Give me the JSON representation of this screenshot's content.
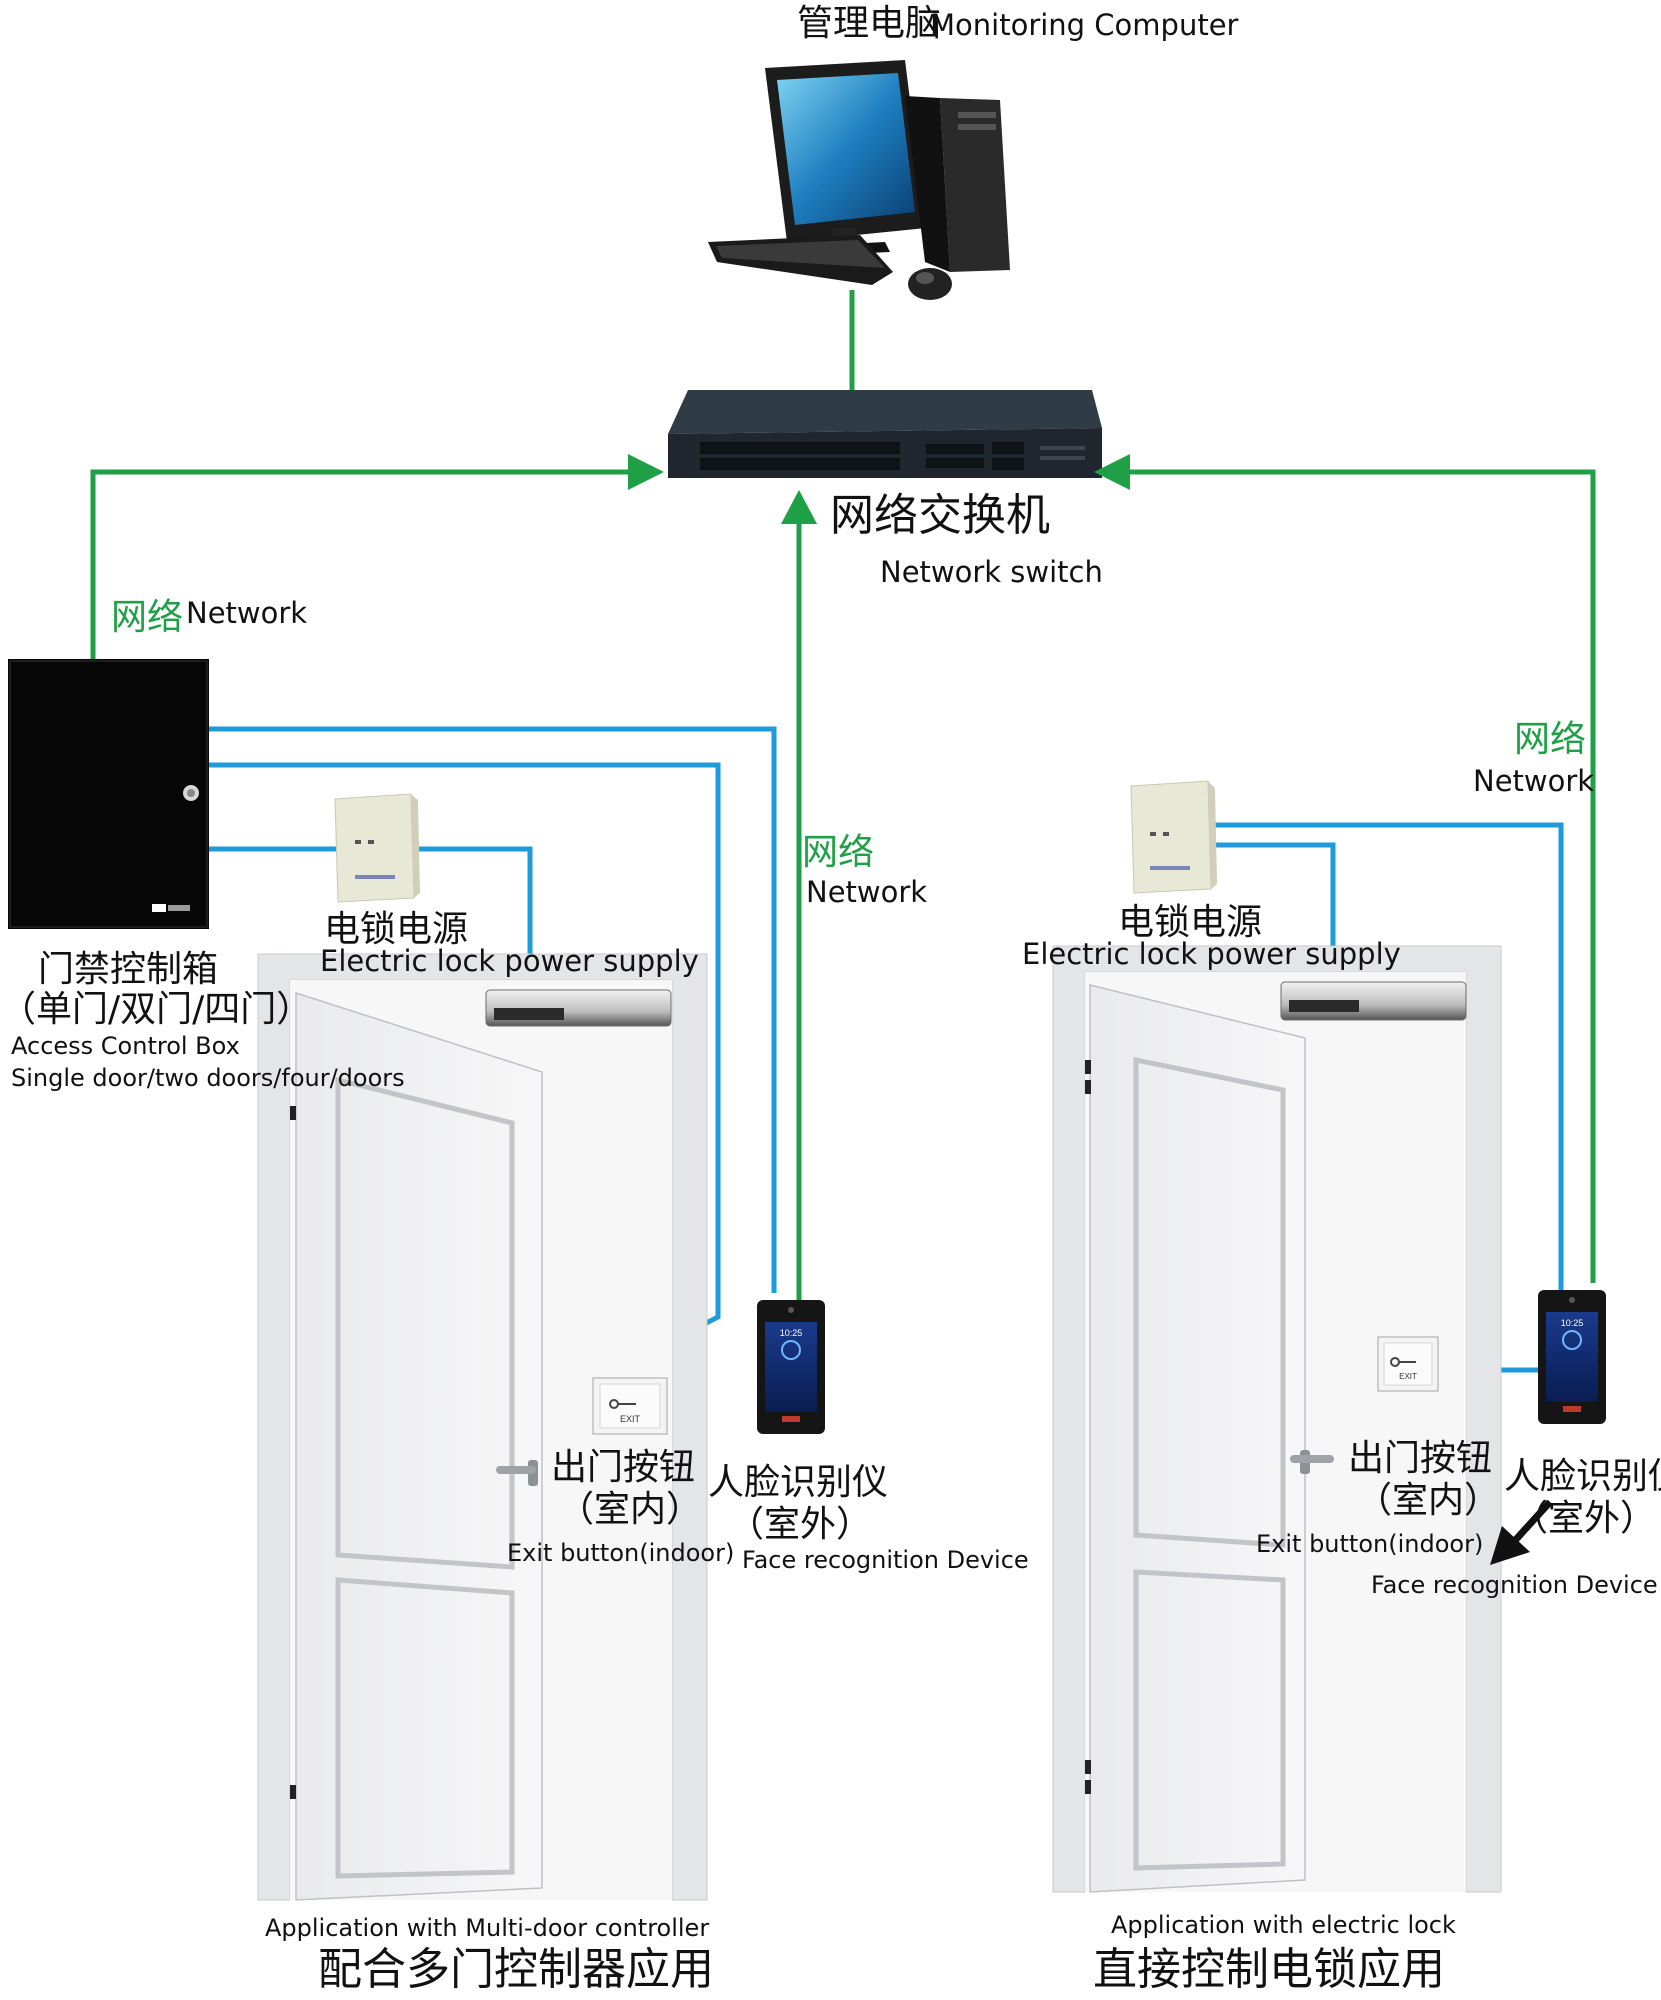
{
  "colors": {
    "network_line": "#1fa046",
    "signal_line": "#1f9bdc",
    "network_text": "#1fa046"
  },
  "icons": {
    "monitoring_computer": "desktop-computer-icon",
    "network_switch": "network-switch-icon",
    "access_control_box": "control-box-icon",
    "lock_power_supply": "power-supply-box-icon",
    "magnetic_lock": "magnetic-lock-icon",
    "exit_button": "exit-button-icon",
    "face_device": "face-recognition-terminal-icon",
    "door": "door-icon",
    "pointer_arrow": "arrow-icon"
  },
  "computer": {
    "cn": "管理电脑",
    "en": "Monitoring Computer"
  },
  "switch": {
    "cn": "网络交换机",
    "en": "Network switch"
  },
  "network_labels": {
    "left_cn": "网络",
    "left_en": "Network",
    "center_cn": "网络",
    "center_en": "Network",
    "right_cn": "网络",
    "right_en": "Network"
  },
  "control_box": {
    "cn": "门禁控制箱",
    "cn_sub": "（单门/双门/四门）",
    "en": "Access Control Box",
    "en_sub": "Single door/two doors/four/doors"
  },
  "left_power": {
    "cn": "电锁电源",
    "en": "Electric lock power supply"
  },
  "right_power": {
    "cn": "电锁电源",
    "en": "Electric lock power supply"
  },
  "left_exit": {
    "cn": "出门按钮",
    "cn_sub": "（室内）",
    "en": "Exit button(indoor)"
  },
  "right_exit": {
    "cn": "出门按钮",
    "cn_sub": "（室内）",
    "en": "Exit button(indoor)"
  },
  "left_face": {
    "cn": "人脸识别仪",
    "cn_sub": "（室外）",
    "en": "Face recognition Device"
  },
  "right_face": {
    "cn": "人脸识别仪",
    "cn_sub": "（室外）",
    "en": "Face recognition Device"
  },
  "device_text": {
    "screen_time": "10:25",
    "exit_label": "EXIT"
  },
  "left_caption": {
    "en": "Application with Multi-door controller",
    "cn": "配合多门控制器应用"
  },
  "right_caption": {
    "en": "Application with electric lock",
    "cn": "直接控制电锁应用"
  }
}
